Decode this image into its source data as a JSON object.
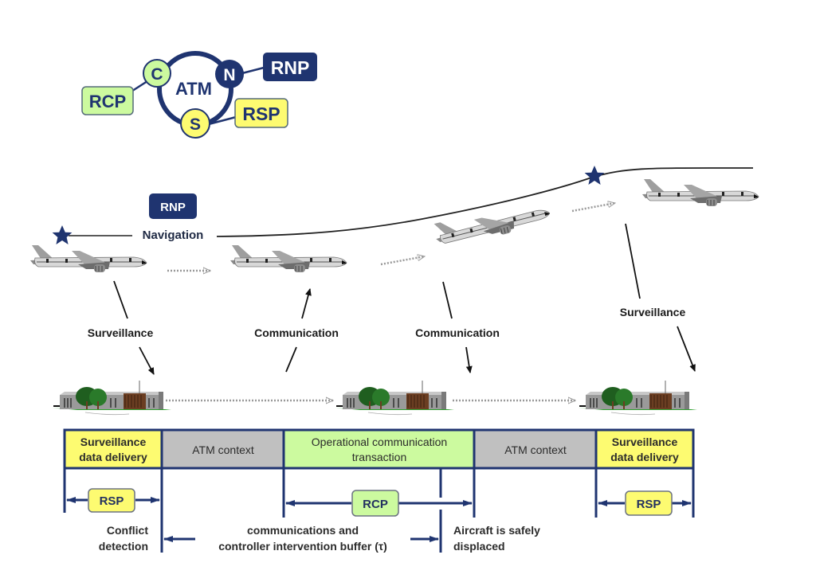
{
  "colors": {
    "navy": "#1f3470",
    "yellow": "#fdfb71",
    "green": "#ccfa9f",
    "gray": "#c0c0c0",
    "star": "#1f3470"
  },
  "atm_logo": {
    "center": "ATM",
    "nodes": {
      "c": "C",
      "n": "N",
      "s": "S"
    },
    "tags": {
      "rcp": "RCP",
      "rnp": "RNP",
      "rsp": "RSP"
    }
  },
  "navigation": {
    "badge": "RNP",
    "label": "Navigation"
  },
  "link_labels": {
    "surveillance_1": "Surveillance",
    "communication_1": "Communication",
    "communication_2": "Communication",
    "surveillance_2": "Surveillance"
  },
  "timeline": {
    "segments": [
      {
        "line1": "Surveillance",
        "line2": "data delivery",
        "color": "yellow"
      },
      {
        "line1": "ATM context",
        "line2": "",
        "color": "gray"
      },
      {
        "line1": "Operational communication",
        "line2": "transaction",
        "color": "green"
      },
      {
        "line1": "ATM context",
        "line2": "",
        "color": "gray"
      },
      {
        "line1": "Surveillance",
        "line2": "data delivery",
        "color": "yellow"
      }
    ],
    "spans": {
      "rsp_left": "RSP",
      "rcp": "RCP",
      "rsp_right": "RSP"
    },
    "annotations": {
      "conflict_line1": "Conflict",
      "conflict_line2": "detection",
      "buffer_line1": "communications and",
      "buffer_line2": "controller intervention buffer (τ)",
      "displaced_line1": "Aircraft is safely",
      "displaced_line2": "displaced"
    }
  }
}
